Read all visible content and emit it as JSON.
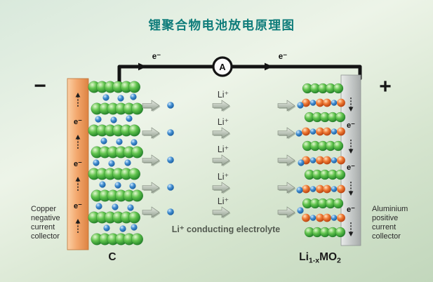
{
  "title": "锂聚合物电池放电原理图",
  "circuit": {
    "ammeter_label": "A",
    "electron_label": "e⁻"
  },
  "terminals": {
    "negative": "−",
    "positive": "+"
  },
  "left": {
    "collector_caption_lines": [
      "Copper",
      "negative",
      "current",
      "collector"
    ],
    "electrode_label": "C"
  },
  "right": {
    "collector_caption_lines": [
      "Aluminium",
      "positive",
      "current",
      "collector"
    ],
    "formula": {
      "base1": "Li",
      "sub1": "1-x",
      "base2": "MO",
      "sub2": "2"
    }
  },
  "electrolyte": {
    "ion_label": "Li⁺",
    "caption": "Li⁺ conducting electrolyte"
  },
  "legend_colors": {
    "title_teal": "#0e7c7a",
    "copper_collector": "#f3a86e",
    "aluminium_collector": "#c6cac9",
    "graphite_sphere_green": "#3fae3c",
    "metal_oxide_sphere_orange": "#ef7a35",
    "lithium_ion_blue": "#4590d2"
  }
}
